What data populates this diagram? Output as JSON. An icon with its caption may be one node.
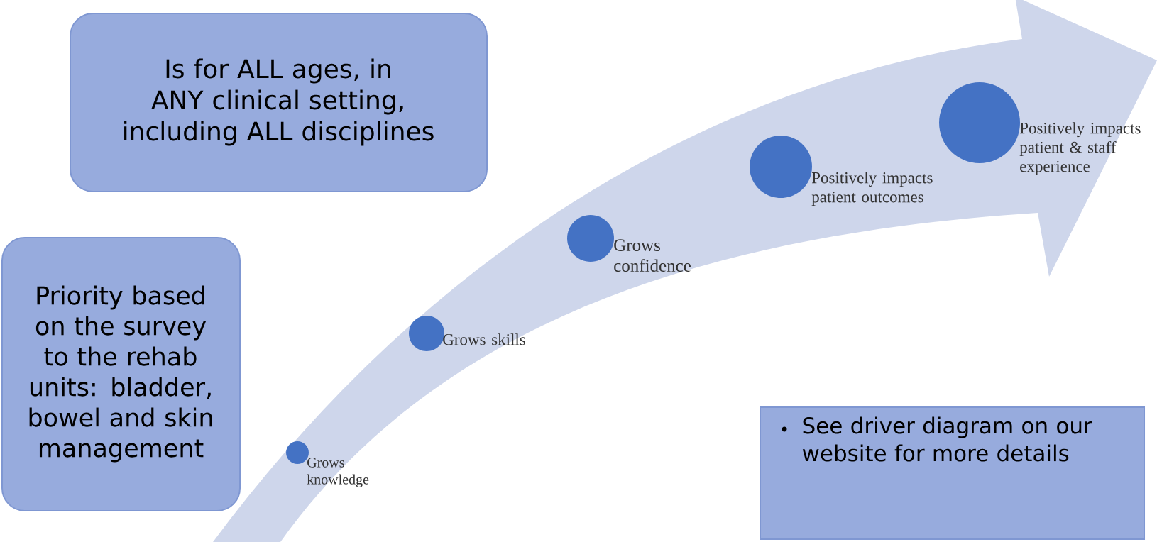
{
  "diagram": {
    "nodes": [
      {
        "text": [
          "Is for ALL ages, in ANY clinical setting, including ALL disciplines"
        ]
      },
      {
        "text": [
          "Priority based on the survey to the rehab units: bladder, bowel and skin management"
        ]
      },
      {
        "text": [
          "See driver diagram on our website for more details"
        ]
      },
      {
        "text": [],
        "shape": "circle",
        "beside": [
          "Grows knowledge"
        ]
      },
      {
        "text": [],
        "shape": "circle",
        "beside": [
          "Grows skills"
        ]
      },
      {
        "text": [],
        "shape": "circle",
        "beside": [
          "Grows confidence"
        ]
      },
      {
        "text": [],
        "shape": "circle",
        "beside": [
          "Positively impacts patient outcomes"
        ]
      },
      {
        "text": [],
        "shape": "circle",
        "beside": [
          "Positively impacts patient & staff experience"
        ]
      }
    ]
  }
}
